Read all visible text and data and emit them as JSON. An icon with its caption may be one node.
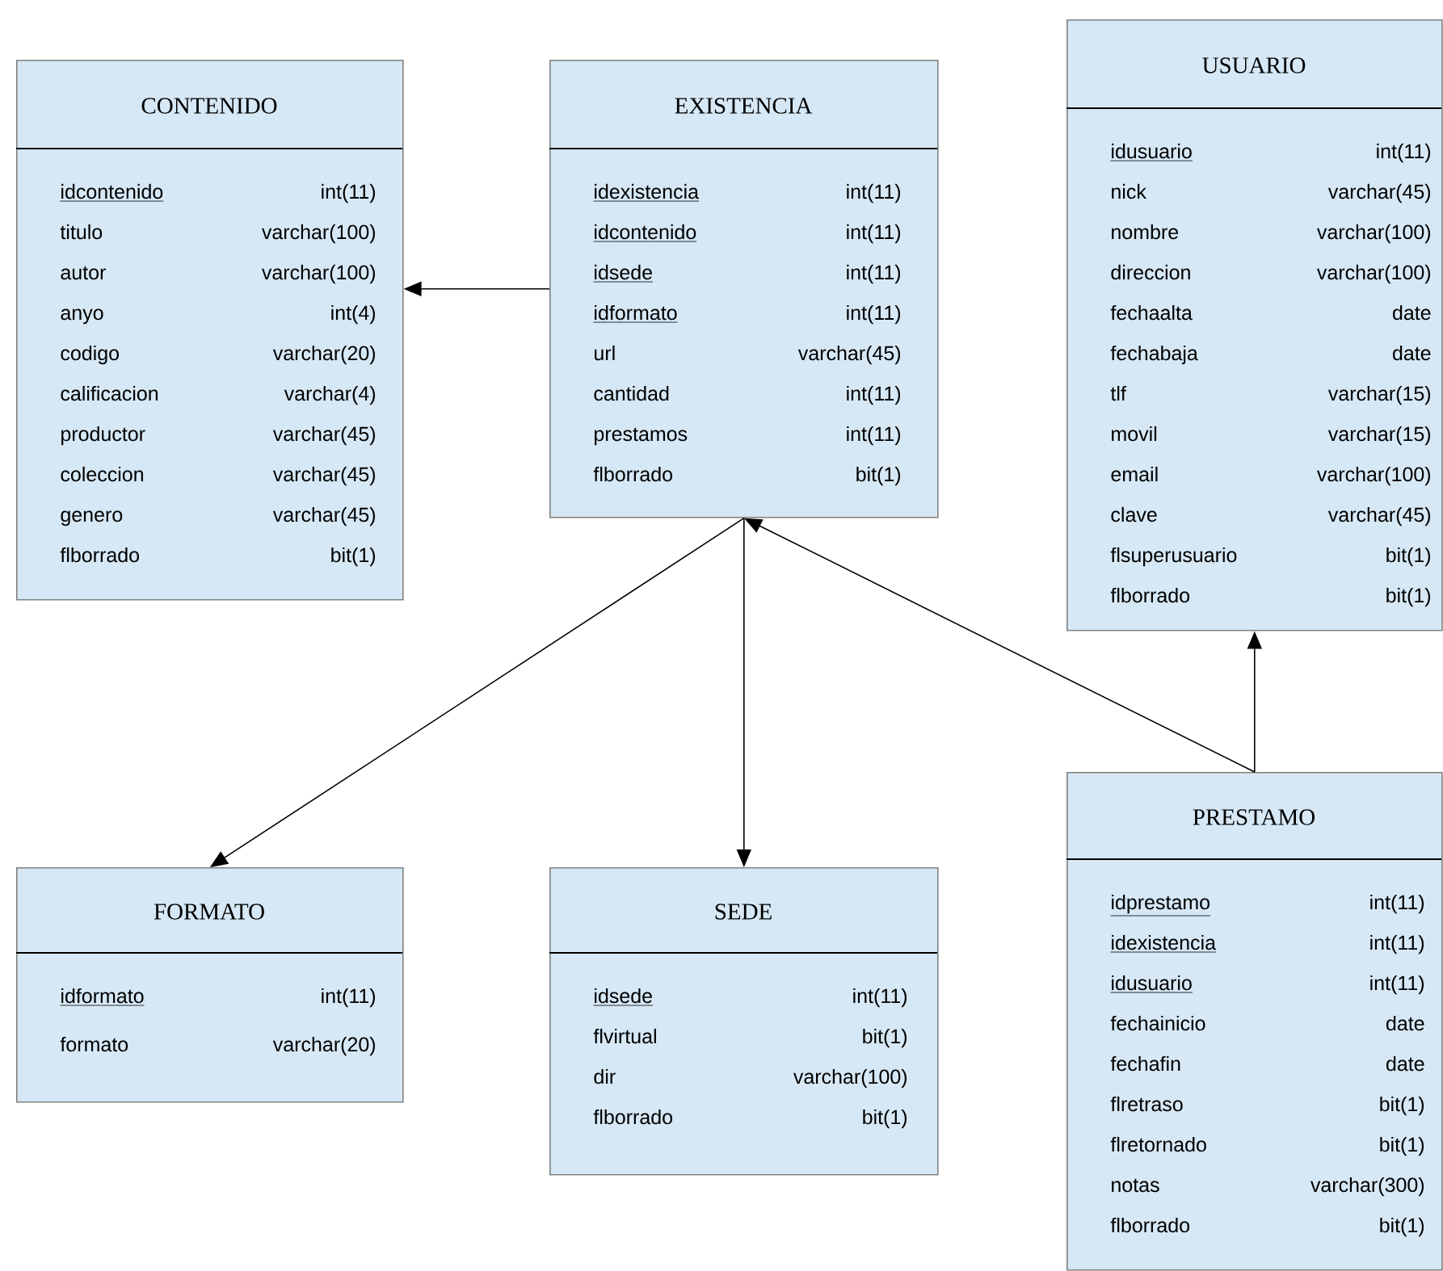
{
  "diagram": {
    "nodes": [
      {
        "text": [
          "CONTENIDO",
          "idcontenido",
          "int(11)",
          "titulo",
          "varchar(100)",
          "autor",
          "varchar(100)",
          "anyo",
          "int(4)",
          "codigo",
          "varchar(20)",
          "calificacion",
          "varchar(4)",
          "productor",
          "varchar(45)",
          "coleccion",
          "varchar(45)",
          "genero",
          "varchar(45)",
          "flborrado",
          "bit(1)"
        ]
      },
      {
        "text": [
          "EXISTENCIA",
          "idexistencia",
          "int(11)",
          "idcontenido",
          "int(11)",
          "idsede",
          "int(11)",
          "idformato",
          "int(11)",
          "url",
          "varchar(45)",
          "cantidad",
          "int(11)",
          "prestamos",
          "int(11)",
          "flborrado",
          "bit(1)"
        ]
      },
      {
        "text": [
          "USUARIO",
          "idusuario",
          "int(11)",
          "nick",
          "varchar(45)",
          "nombre",
          "varchar(100)",
          "direccion",
          "varchar(100)",
          "fechaalta",
          "date",
          "fechabaja",
          "date",
          "tlf",
          "varchar(15)",
          "movil",
          "varchar(15)",
          "email",
          "varchar(100)",
          "clave",
          "varchar(45)",
          "flsuperusuario",
          "bit(1)",
          "flborrado",
          "bit(1)"
        ]
      },
      {
        "text": [
          "FORMATO",
          "idformato",
          "int(11)",
          "formato",
          "varchar(20)"
        ]
      },
      {
        "text": [
          "SEDE",
          "idsede",
          "int(11)",
          "flvirtual",
          "bit(1)",
          "dir",
          "varchar(100)",
          "flborrado",
          "bit(1)"
        ]
      },
      {
        "text": [
          "PRESTAMO",
          "idprestamo",
          "int(11)",
          "idexistencia",
          "int(11)",
          "idusuario",
          "int(11)",
          "fechainicio",
          "date",
          "fechafin",
          "date",
          "flretraso",
          "bit(1)",
          "flretornado",
          "bit(1)",
          "notas",
          "varchar(300)",
          "flborrado",
          "bit(1)"
        ]
      }
    ],
    "edges": [
      {
        "from": 1,
        "to": 0,
        "arrow": "to"
      },
      {
        "from": 1,
        "to": 3,
        "arrow": "to"
      },
      {
        "from": 1,
        "to": 4,
        "arrow": "to"
      },
      {
        "from": 5,
        "to": 1,
        "arrow": "to"
      },
      {
        "from": 5,
        "to": 2,
        "arrow": "to"
      }
    ]
  }
}
